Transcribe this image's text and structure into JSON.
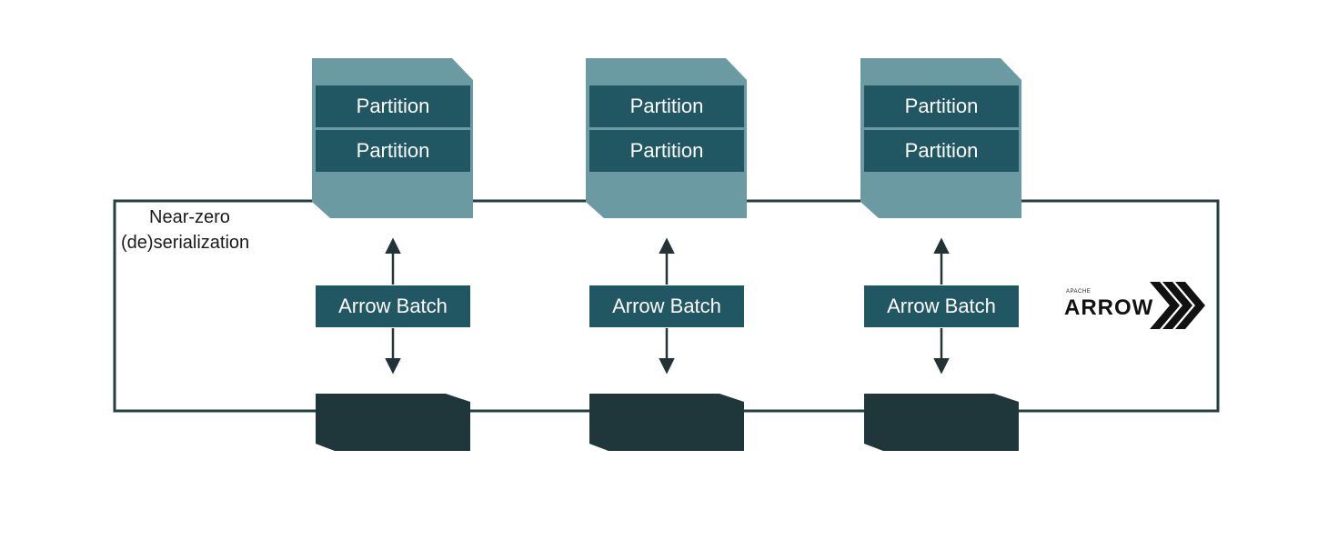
{
  "note": {
    "line1": "Near-zero",
    "line2": "(de)serialization"
  },
  "columns": [
    {
      "partitions": [
        "Partition",
        "Partition"
      ],
      "batch_label": "Arrow Batch"
    },
    {
      "partitions": [
        "Partition",
        "Partition"
      ],
      "batch_label": "Arrow Batch"
    },
    {
      "partitions": [
        "Partition",
        "Partition"
      ],
      "batch_label": "Arrow Batch"
    }
  ],
  "logo": {
    "small_text": "APACHE",
    "big_text": "ARROW",
    "icon": "chevrons-icon"
  },
  "colors": {
    "storage_light": "#6b9aa2",
    "partition_dark": "#215763",
    "batch": "#215763",
    "process_block": "#1f363b",
    "frame": "#253e42",
    "arrow": "#233236"
  }
}
